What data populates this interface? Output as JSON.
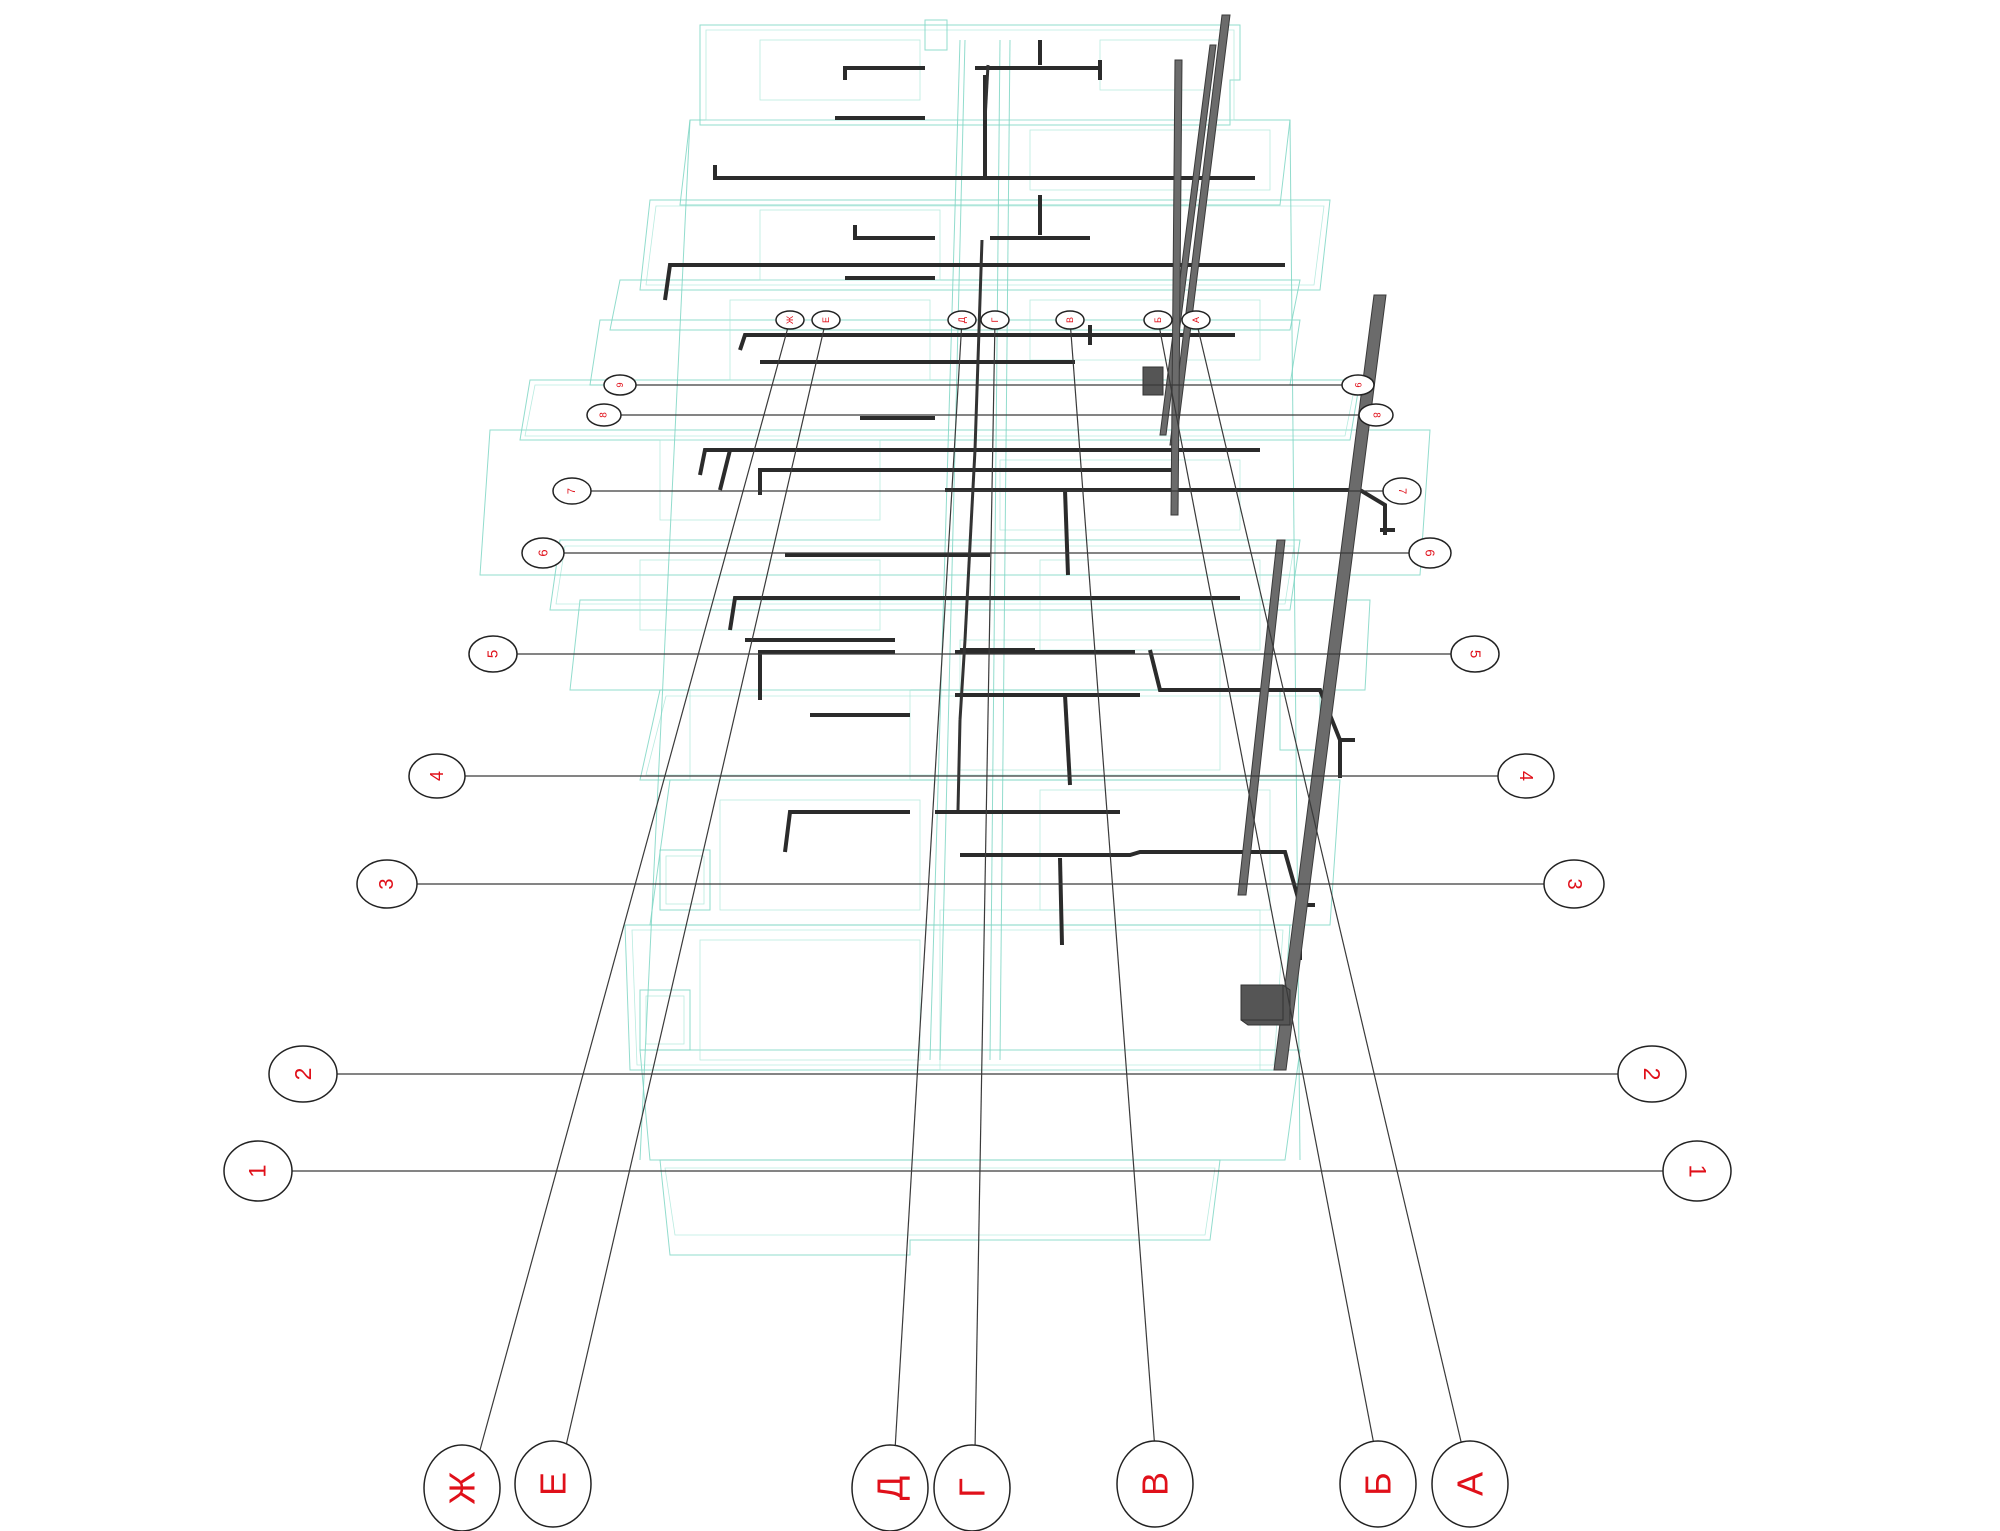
{
  "colors": {
    "outline": "#7fd6c4",
    "wall": "#2b2b2b",
    "axis_label": "#e0101a",
    "bubble_stroke": "#222222"
  },
  "grid_axes": {
    "numeric_labels": [
      "1",
      "2",
      "3",
      "4",
      "5",
      "6",
      "7",
      "8",
      "9"
    ],
    "letter_labels": [
      "Ж",
      "Е",
      "Д",
      "Г",
      "В",
      "Б",
      "А"
    ],
    "mini_letter_labels": [
      "Ж",
      "Е",
      "Д",
      "Г",
      "В",
      "Б",
      "А"
    ]
  }
}
